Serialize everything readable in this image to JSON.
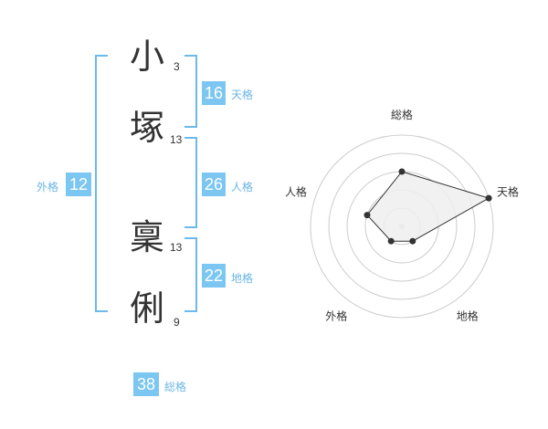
{
  "name": {
    "chars": [
      {
        "char": "小",
        "strokes": "3"
      },
      {
        "char": "塚",
        "strokes": "13"
      },
      {
        "char": "稟",
        "strokes": "13"
      },
      {
        "char": "俐",
        "strokes": "9"
      }
    ]
  },
  "fortune": {
    "tenkaku": {
      "value": "16",
      "label": "天格"
    },
    "jinkaku": {
      "value": "26",
      "label": "人格"
    },
    "chikaku": {
      "value": "22",
      "label": "地格"
    },
    "gaikaku": {
      "value": "12",
      "label": "外格"
    },
    "soukaku": {
      "value": "38",
      "label": "総格"
    }
  },
  "chart_data": {
    "type": "radar",
    "axes": [
      "総格",
      "天格",
      "地格",
      "外格",
      "人格"
    ],
    "values": [
      3,
      5,
      1,
      1,
      2
    ],
    "range": [
      0,
      5
    ],
    "rings": 5,
    "colors": {
      "fill": "#efefef",
      "line": "#333333",
      "grid": "#cccccc",
      "center": "#cccccc"
    }
  }
}
